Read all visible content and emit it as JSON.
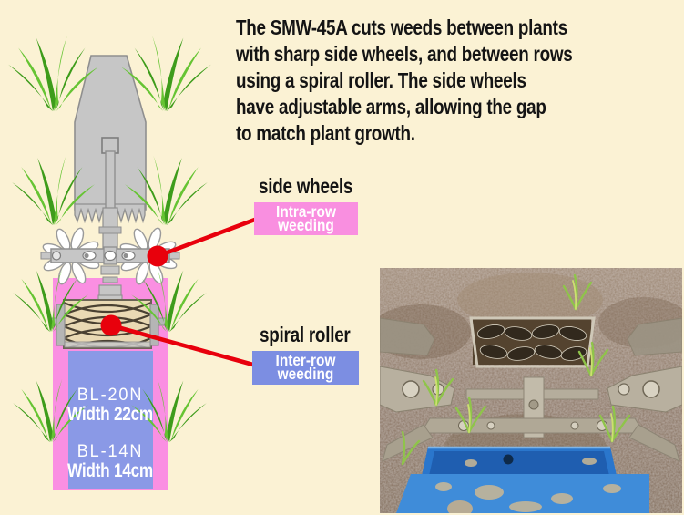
{
  "description": {
    "lines": [
      "The SMW-45A cuts weeds between plants",
      "with sharp side wheels, and between rows",
      "using a spiral roller. The side wheels",
      "have adjustable arms, allowing the gap",
      "to match plant growth."
    ]
  },
  "callouts": {
    "side_wheels": {
      "title": "side wheels",
      "tag_line1": "Intra-row",
      "tag_line2": "weeding",
      "tag_color": "#F98FE0"
    },
    "spiral_roller": {
      "title": "spiral roller",
      "tag_line1": "Inter-row",
      "tag_line2": "weeding",
      "tag_color": "#7C8EE2"
    }
  },
  "models": [
    {
      "name": "BL-20N",
      "width_label": "Width 22cm"
    },
    {
      "name": "BL-14N",
      "width_label": "Width 14cm"
    }
  ],
  "machine_model": "SMW-45A",
  "colors": {
    "background": "#FBF2D4",
    "intra_row_pink": "#F98FE0",
    "inter_row_blue": "#7C8EE2",
    "row_band_pink": "#FA8FE2",
    "row_band_blue": "#8A99E6",
    "callout_red": "#E8000C",
    "plant_green_dark": "#3E9C1B",
    "plant_green_light": "#66C433",
    "machine_gray": "#C6C6C6",
    "roller_tan": "#E9D9B4",
    "text_black": "#141414"
  }
}
